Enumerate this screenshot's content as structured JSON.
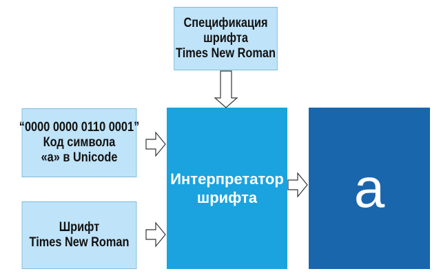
{
  "spec_box": {
    "lines": [
      "Спецификация",
      "шрифта",
      "Times New Roman"
    ]
  },
  "code_box": {
    "lines": [
      "“0000 0000 0110 0001”",
      "Код символа",
      "«а» в Unicode"
    ]
  },
  "font_box": {
    "lines": [
      "Шрифт",
      "Times New Roman"
    ]
  },
  "interpreter_box": {
    "lines": [
      "Интерпретатор",
      "шрифта"
    ]
  },
  "output_box": {
    "glyph": "a"
  },
  "colors": {
    "light_box": "#bfe3f8",
    "interpreter": "#1aa3df",
    "output": "#1a66ad"
  }
}
